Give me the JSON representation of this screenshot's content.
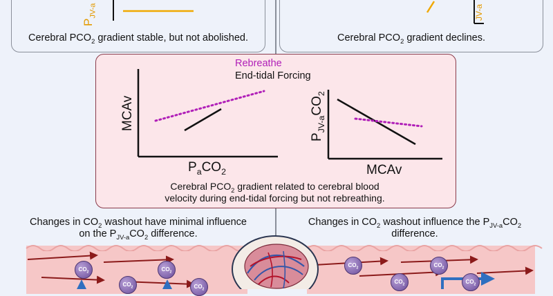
{
  "top_left": {
    "axis_label": "P",
    "axis_sub": "JV-a",
    "caption_pre": "Cerebral PCO",
    "caption_sub": "2",
    "caption_post": " gradient stable, but not abolished."
  },
  "top_right": {
    "axis_sub": "JV-a",
    "caption_pre": "Cerebral PCO",
    "caption_sub": "2",
    "caption_post": " gradient declines."
  },
  "center": {
    "legend_rebreathe": "Rebreathe",
    "legend_endtidal": "End-tidal Forcing",
    "left_plot": {
      "ylabel": "MCAv",
      "xlabel_pre": "P",
      "xlabel_sub": "a",
      "xlabel_post": "CO",
      "xlabel_sub2": "2"
    },
    "right_plot": {
      "ylabel_pre": "P",
      "ylabel_sub": "JV-a",
      "ylabel_post": "CO",
      "ylabel_sub2": "2",
      "xlabel": "MCAv"
    },
    "caption_line1_pre": "Cerebral PCO",
    "caption_line1_sub": "2",
    "caption_line1_post": " gradient related to cerebral blood",
    "caption_line2": "velocity during end-tidal forcing but not rebreathing."
  },
  "bottom_left": {
    "line1_pre": "Changes in CO",
    "line1_sub": "2",
    "line1_post": " washout have minimal influence",
    "line2_pre": "on the P",
    "line2_sub": "JV-a",
    "line2_mid": "CO",
    "line2_sub2": "2",
    "line2_post": " difference."
  },
  "bottom_right": {
    "line1_pre": "Changes in CO",
    "line1_sub": "2",
    "line1_mid": " washout influence the P",
    "line1_sub2": "JV-a",
    "line1_mid2": "CO",
    "line1_sub3": "2",
    "line2": "difference."
  },
  "bubbles": {
    "label": "CO",
    "label_sub": "2"
  },
  "colors": {
    "rebreathe": "#b01fb8",
    "endtidal": "#111111",
    "top_line": "#f0a800",
    "center_border": "#8a3a4a",
    "center_fill": "#fce6ea",
    "tissue": "#f6c7c7",
    "arrow": "#8b1a1a",
    "blue_arrow": "#2f6fc0"
  }
}
